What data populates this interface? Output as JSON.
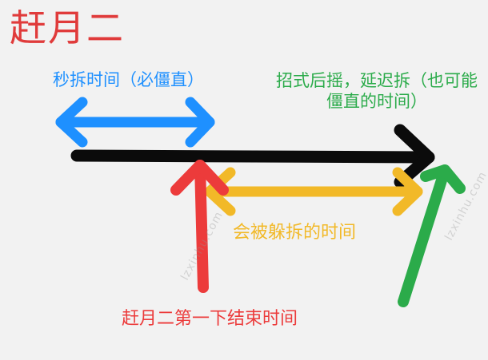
{
  "title": "赶月二",
  "labels": {
    "blue": "秒拆时间（必僵直）",
    "green": "招式后摇，延迟拆（也可能僵直的时间）",
    "yellow": "会被躲拆的时间",
    "red": "赶月二第一下结束时间"
  },
  "watermark": "lzxinhu.com",
  "colors": {
    "title": "#e03b3b",
    "blue": "#1e90ff",
    "green": "#2bab4a",
    "yellow": "#f2b928",
    "red": "#ec3b3b",
    "black": "#0b0b0b",
    "background": "#f2f2f2"
  }
}
